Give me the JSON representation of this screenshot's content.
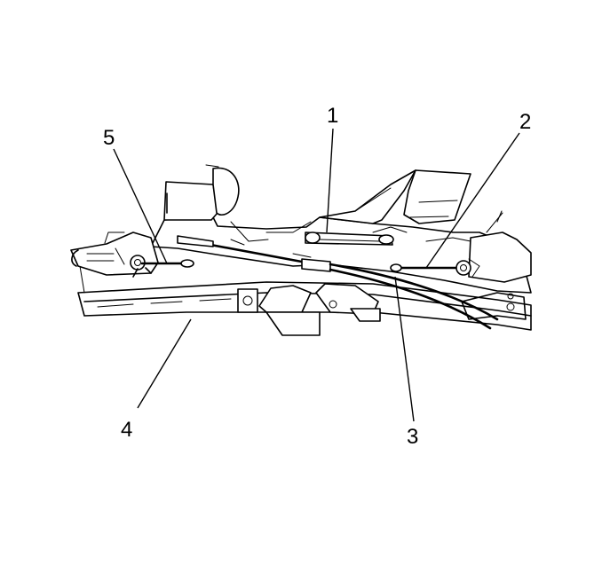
{
  "diagram": {
    "title": "",
    "callouts": [
      {
        "id": "1",
        "label": "1"
      },
      {
        "id": "2",
        "label": "2"
      },
      {
        "id": "3",
        "label": "3"
      },
      {
        "id": "4",
        "label": "4"
      },
      {
        "id": "5",
        "label": "5"
      }
    ],
    "colors": {
      "line": "#000000",
      "background": "#ffffff"
    }
  }
}
